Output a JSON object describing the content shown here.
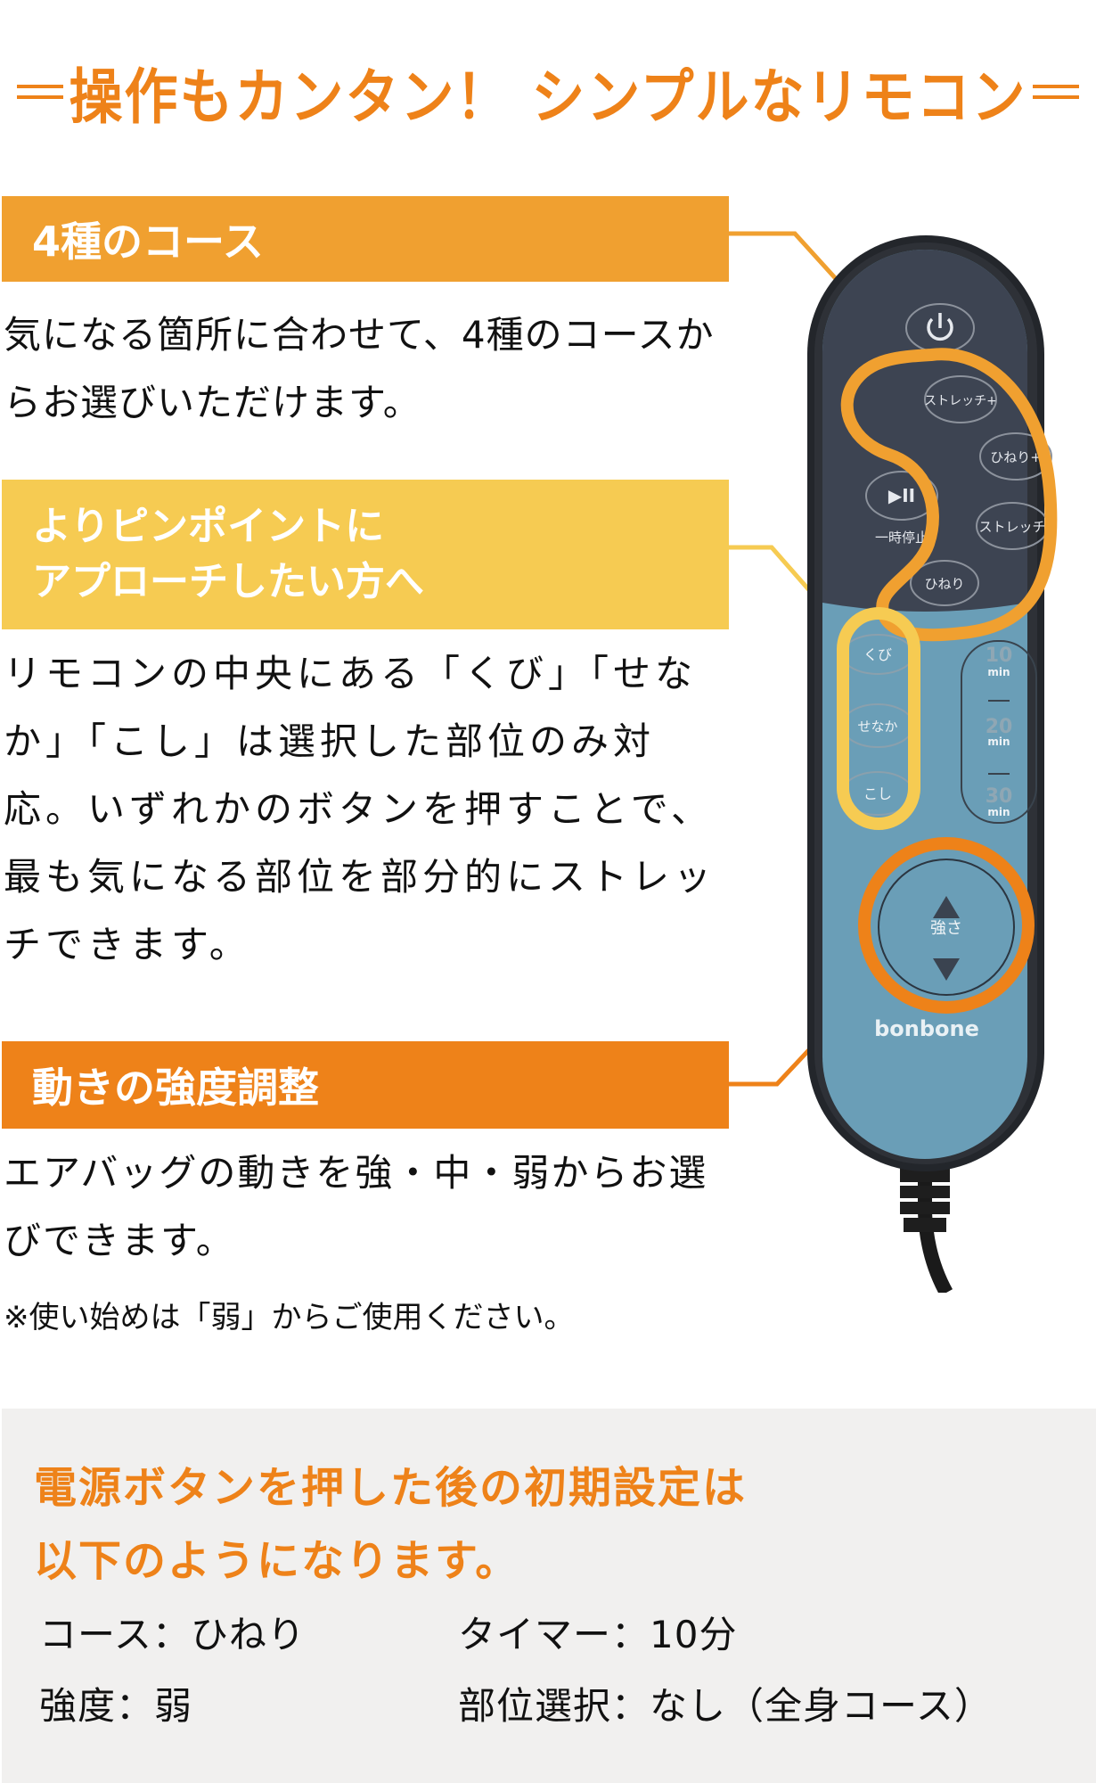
{
  "header": {
    "title": "操作もカンタン！ シンプルなリモコン"
  },
  "sections": [
    {
      "heading_lines": [
        "4種のコース"
      ],
      "color": "#F0A030",
      "body": "気になる箇所に合わせて、4種のコースからお選びいただけます。"
    },
    {
      "heading_lines": [
        "よりピンポイントに",
        "アプローチしたい方へ"
      ],
      "color": "#F6CB52",
      "body": "リモコンの中央にある「くび」「せなか」「こし」は選択した部位のみ対応。いずれかのボタンを押すことで、最も気になる部位を部分的にストレッチできます。"
    },
    {
      "heading_lines": [
        "動きの強度調整"
      ],
      "color": "#EE8219",
      "body": "エアバッグの動きを強・中・弱からお選びできます。",
      "note": "※使い始めは「弱」からご使用ください。"
    }
  ],
  "remote": {
    "brand": "bonbone",
    "power_icon": "power-icon",
    "buttons": {
      "stretch_plus": "ストレッチ+",
      "twist_plus": "ひねり+",
      "play_pause_icon": "▶II",
      "play_pause_label": "一時停止",
      "stretch": "ストレッチ",
      "twist": "ひねり",
      "neck": "くび",
      "back": "せなか",
      "waist": "こし",
      "strength_label": "強さ",
      "up_icon": "▲",
      "down_icon": "▼"
    },
    "timer": [
      {
        "value": "10",
        "unit": "min"
      },
      {
        "value": "20",
        "unit": "min"
      },
      {
        "value": "30",
        "unit": "min"
      }
    ],
    "highlight_colors": {
      "courses": "#F0A030",
      "parts": "#F6CB52",
      "strength": "#EE8219"
    }
  },
  "initial_settings": {
    "heading_lines": [
      "電源ボタンを押した後の初期設定は",
      "以下のようになります。"
    ],
    "items": [
      {
        "text": "コース：ひねり"
      },
      {
        "text": "タイマー：10分"
      },
      {
        "text": "強度：弱"
      },
      {
        "text": "部位選択：なし（全身コース）"
      }
    ]
  }
}
